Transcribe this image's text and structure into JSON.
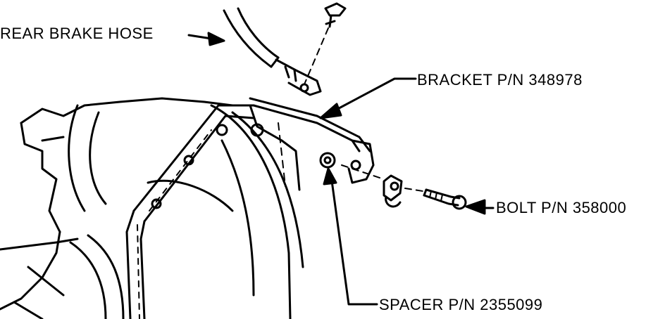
{
  "labels": {
    "rear_brake_hose": "REAR BRAKE HOSE",
    "bracket": "BRACKET P/N 348978",
    "bolt": "BOLT P/N 358000",
    "spacer": "SPACER P/N 2355099"
  },
  "colors": {
    "ink": "#000000",
    "paper": "#ffffff"
  }
}
